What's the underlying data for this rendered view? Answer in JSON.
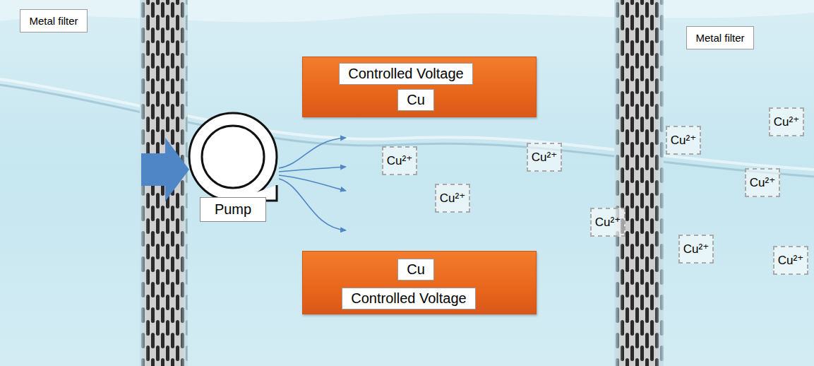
{
  "diagram": {
    "nodes": [
      {
        "text": [
          "Metal filter"
        ]
      },
      {
        "text": [
          "Pump"
        ]
      },
      {
        "text": [
          "Controlled Voltage",
          "Cu"
        ]
      },
      {
        "text": [
          "Cu",
          "Controlled Voltage"
        ]
      },
      {
        "text": [
          "Cu²⁺"
        ]
      },
      {
        "text": [
          "Cu²⁺"
        ]
      },
      {
        "text": [
          "Cu²⁺"
        ]
      },
      {
        "text": [
          "Cu²⁺"
        ]
      },
      {
        "text": [
          "Metal filter"
        ]
      },
      {
        "text": [
          "Cu²⁺"
        ]
      },
      {
        "text": [
          "Cu²⁺"
        ]
      },
      {
        "text": [
          "Cu²⁺"
        ]
      },
      {
        "text": [
          "Cu²⁺"
        ]
      },
      {
        "text": [
          "Cu²⁺"
        ]
      }
    ]
  }
}
